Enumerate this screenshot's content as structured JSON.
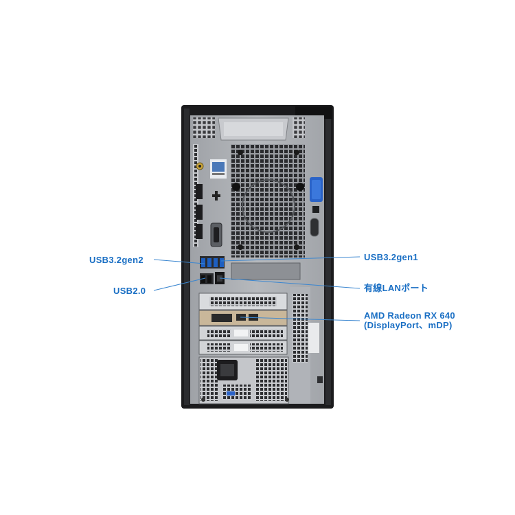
{
  "callouts": {
    "usb32gen2": "USB3.2gen2",
    "usb20": "USB2.0",
    "usb32gen1": "USB3.2gen1",
    "lan": "有線LANポート",
    "gpu_line1": "AMD Radeon RX 640",
    "gpu_line2": "(DisplayPort、mDP)"
  },
  "colors": {
    "callout_text": "#1a6fc4",
    "leader_line": "#3a86d0",
    "chassis_frame": "#1c1c1e",
    "metal_panel": "#a8abb0",
    "latch_blue": "#2a63c8",
    "usb3_port_blue": "#1e5fc0"
  }
}
